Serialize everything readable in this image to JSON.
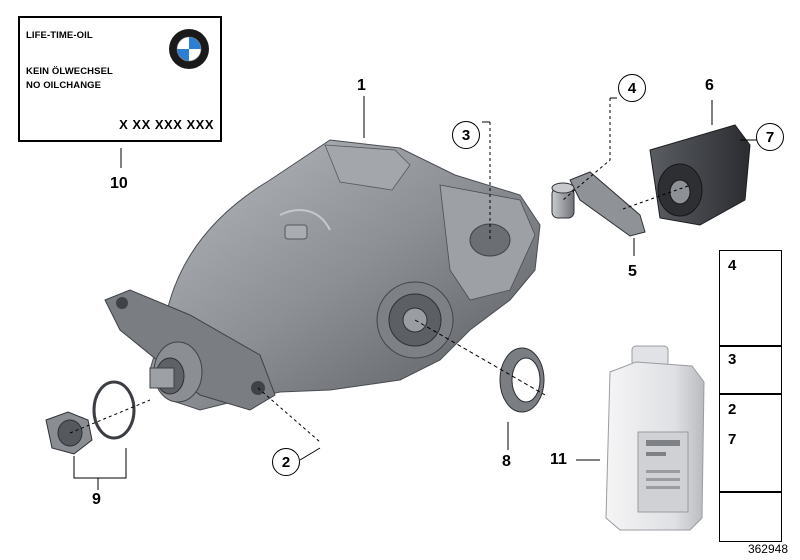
{
  "label_card": {
    "line1": "LIFE-TIME-OIL",
    "line2": "KEIN ÖLWECHSEL",
    "line3": "NO OILCHANGE",
    "code": "X XX XXX XXX",
    "logo_name": "bmw-roundel"
  },
  "callouts": {
    "c1": "1",
    "c2": "2",
    "c3": "3",
    "c4": "4",
    "c5": "5",
    "c6": "6",
    "c7": "7",
    "c8": "8",
    "c9": "9",
    "c10": "10",
    "c11": "11"
  },
  "legend": {
    "row1": "4",
    "row2": "3",
    "row3a": "2",
    "row3b": "7"
  },
  "catalog_number": "362948",
  "colors": {
    "housing": "#8c8f94",
    "housing_dark": "#5b5e63",
    "rubber": "#3a3d42",
    "bottle": "#e9eaec",
    "line": "#000000"
  }
}
